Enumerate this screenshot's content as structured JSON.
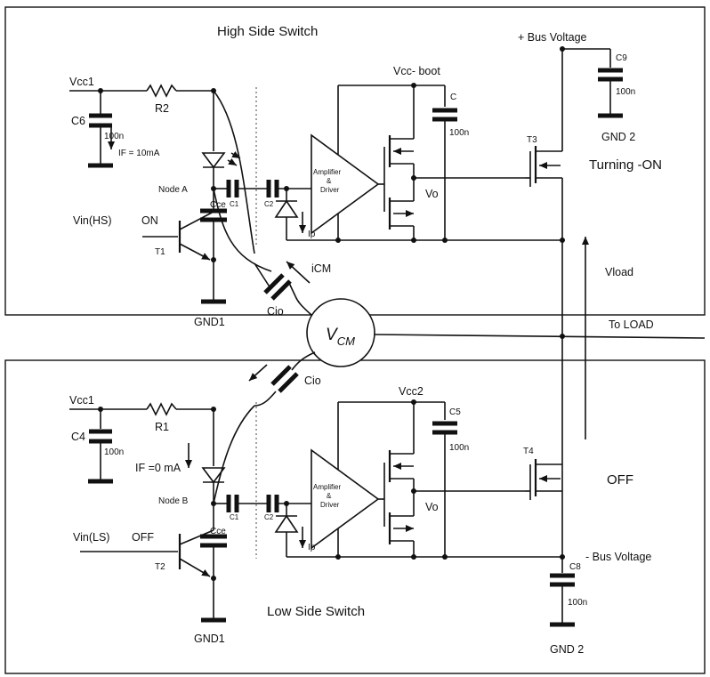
{
  "titles": {
    "high": "High Side Switch",
    "low": "Low Side Switch"
  },
  "bus": {
    "plus": "+ Bus Voltage",
    "minus": "- Bus Voltage",
    "to_load": "To LOAD",
    "vload": "Vload"
  },
  "states": {
    "t3_state": "Turning -ON",
    "t4_state": "OFF"
  },
  "vcm": {
    "v": "V",
    "sub": "CM"
  },
  "high": {
    "vcc1": "Vcc1",
    "c6": "C6",
    "c6_val": "100n",
    "r2": "R2",
    "if_label": "IF = 10mA",
    "node": "Node A",
    "c1": "C1",
    "c2": "C2",
    "vin": "Vin(HS)",
    "vin_state": "ON",
    "t1": "T1",
    "cce": "Cce",
    "gnd": "GND1",
    "ip": "Ip",
    "icm": "iCM",
    "cio": "Cio",
    "vcc_boot": "Vcc- boot",
    "c": "C",
    "c_val": "100n",
    "amp_l1": "Amplifier",
    "amp_l2": "&",
    "amp_l3": "Driver",
    "vo": "Vo",
    "t3": "T3",
    "c9": "C9",
    "c9_val": "100n",
    "gnd2": "GND 2"
  },
  "low": {
    "vcc1": "Vcc1",
    "c4": "C4",
    "c4_val": "100n",
    "r1": "R1",
    "if_label": "IF =0 mA",
    "node": "Node B",
    "c1": "C1",
    "c2": "C2",
    "vin": "Vin(LS)",
    "vin_state": "OFF",
    "t2": "T2",
    "cce": "Cce",
    "gnd": "GND1",
    "ip": "Ip",
    "cio": "Cio",
    "vcc2": "Vcc2",
    "c5": "C5",
    "c5_val": "100n",
    "amp_l1": "Amplifier",
    "amp_l2": "&",
    "amp_l3": "Driver",
    "vo": "Vo",
    "t4": "T4",
    "c8": "C8",
    "c8_val": "100n",
    "gnd2": "GND 2"
  }
}
